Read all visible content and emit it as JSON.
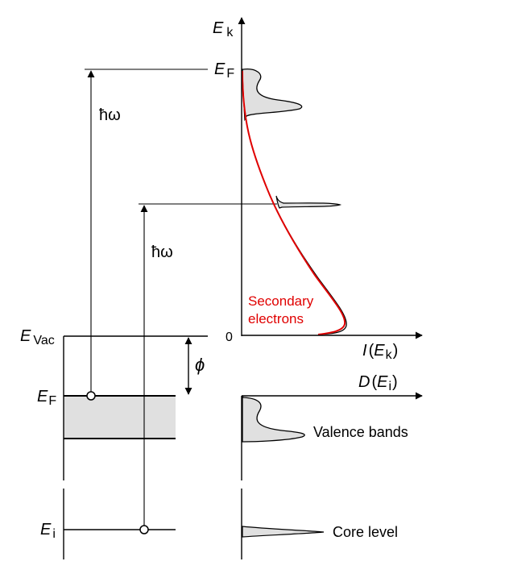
{
  "labels": {
    "ek_symbol": "E",
    "ek_sub": "k",
    "ef_top_symbol": "E",
    "ef_top_sub": "F",
    "hw_upper": "ħω",
    "hw_lower": "ħω",
    "evac_symbol": "E",
    "evac_sub": "Vac",
    "zero": "0",
    "phi": "ϕ",
    "ef_left_symbol": "E",
    "ef_left_sub": "F",
    "ei_symbol": "E",
    "ei_sub": "i",
    "ixaxis_prefix": "I",
    "ixaxis_open": "(",
    "ixaxis_symbol": "E",
    "ixaxis_sub": "k",
    "ixaxis_close": ")",
    "dxaxis_prefix": "D",
    "dxaxis_open": "(",
    "dxaxis_symbol": "E",
    "dxaxis_sub": "i",
    "dxaxis_close": ")",
    "secondary_line1": "Secondary",
    "secondary_line2": "electrons",
    "valence_bands": "Valence bands",
    "core_level": "Core level"
  },
  "colors": {
    "line": "#000000",
    "fill": "#e0e0e0",
    "secondary_curve": "#e00000"
  }
}
